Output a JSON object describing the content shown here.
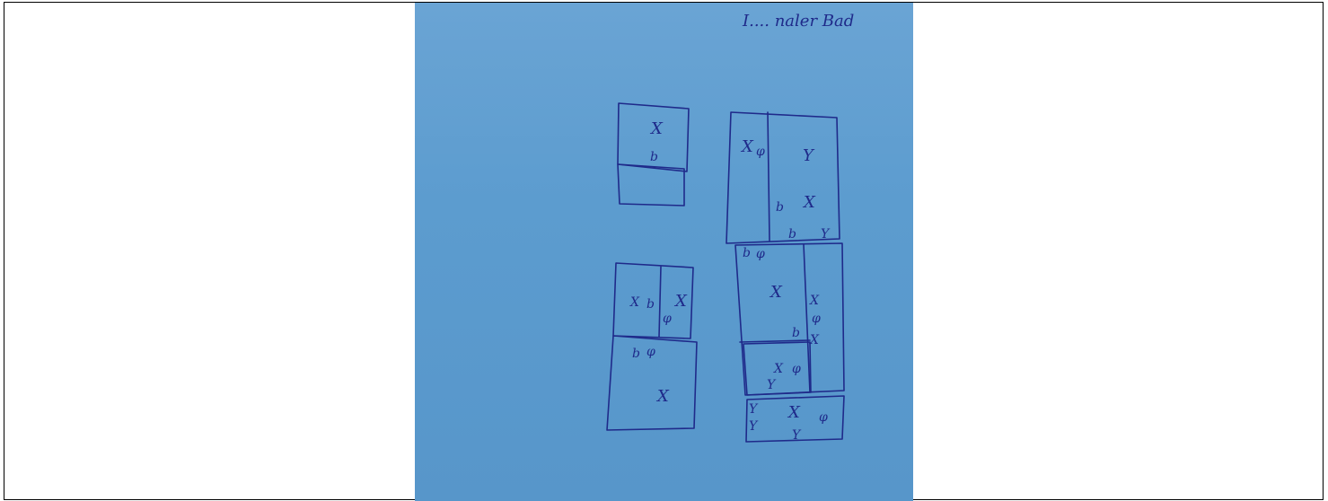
{
  "image": {
    "kind": "photograph of handwritten sketch on blue paper",
    "paper_color": "#5c9ccf",
    "ink_color": "#1f2a8a",
    "header_text": "I.... naler Bad",
    "labels": {
      "x": "X",
      "b": "b",
      "y": "Y",
      "phi": "φ"
    }
  }
}
